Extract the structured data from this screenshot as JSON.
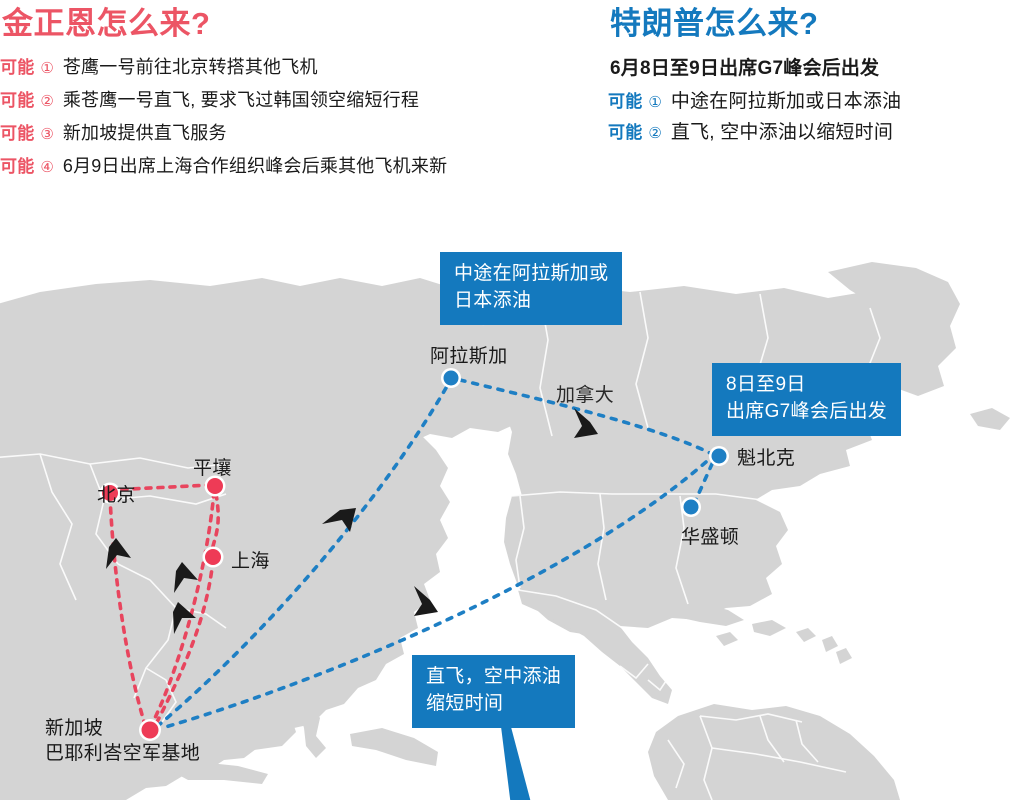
{
  "kim": {
    "headline": "金正恩怎么来?",
    "tag": "可能",
    "options": [
      {
        "num": "①",
        "text": "苍鹰一号前往北京转搭其他飞机"
      },
      {
        "num": "②",
        "text": "乘苍鹰一号直飞, 要求飞过韩国领空缩短行程"
      },
      {
        "num": "③",
        "text": "新加坡提供直飞服务"
      },
      {
        "num": "④",
        "text": "6月9日出席上海合作组织峰会后乘其他飞机来新"
      }
    ]
  },
  "trump": {
    "headline": "特朗普怎么来?",
    "subhead": "6月8日至9日出席G7峰会后出发",
    "tag": "可能",
    "options": [
      {
        "num": "①",
        "text": "中途在阿拉斯加或日本添油"
      },
      {
        "num": "②",
        "text": "直飞, 空中添油以缩短时间"
      }
    ]
  },
  "map": {
    "callouts": [
      {
        "id": "refuel",
        "lines": [
          "中途在阿拉斯加或",
          "日本添油"
        ]
      },
      {
        "id": "g7",
        "lines": [
          "8日至9日",
          "出席G7峰会后出发"
        ]
      },
      {
        "id": "direct",
        "lines": [
          "直飞，空中添油",
          "缩短时间"
        ]
      }
    ],
    "cities": [
      {
        "id": "alaska",
        "label": "阿拉斯加",
        "marker": "blue"
      },
      {
        "id": "quebec",
        "label": "魁北克",
        "marker": "blue"
      },
      {
        "id": "washington",
        "label": "华盛顿",
        "marker": "blue"
      },
      {
        "id": "beijing",
        "label": "北京",
        "marker": "red"
      },
      {
        "id": "pyongyang",
        "label": "平壤",
        "marker": "red"
      },
      {
        "id": "shanghai",
        "label": "上海",
        "marker": "red"
      }
    ],
    "regions": [
      {
        "id": "canada",
        "label": "加拿大"
      }
    ],
    "singapore": {
      "line1": "新加坡",
      "line2": "巴耶利峇空军基地",
      "marker": "red"
    }
  },
  "colors": {
    "red": "#EC5565",
    "blue": "#1479BE",
    "route_red": "#E8455E",
    "route_blue": "#1E7FC4",
    "land": "#D4D4D4",
    "border": "#FFFFFF",
    "ocean": "#FFFFFF",
    "arrow": "#1a1a1a"
  }
}
